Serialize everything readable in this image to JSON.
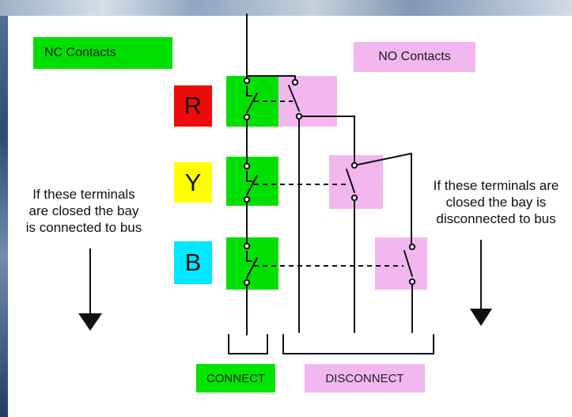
{
  "labels": {
    "nc_contacts": "NC Contacts",
    "no_contacts": "NO Contacts",
    "phase_r": "R",
    "phase_y": "Y",
    "phase_b": "B",
    "left_note": "If these terminals\nare closed the bay\nis connected to bus",
    "right_note": "If these terminals are\nclosed the bay is\ndisconnected to bus",
    "connect": "CONNECT",
    "disconnect": "DISCONNECT"
  },
  "colors": {
    "nc_green": "#00e000",
    "no_pink": "#f3b7f0",
    "phase_r": "#ee0b0b",
    "phase_y": "#ffff00",
    "phase_b": "#00e8ff",
    "line": "#111111"
  }
}
